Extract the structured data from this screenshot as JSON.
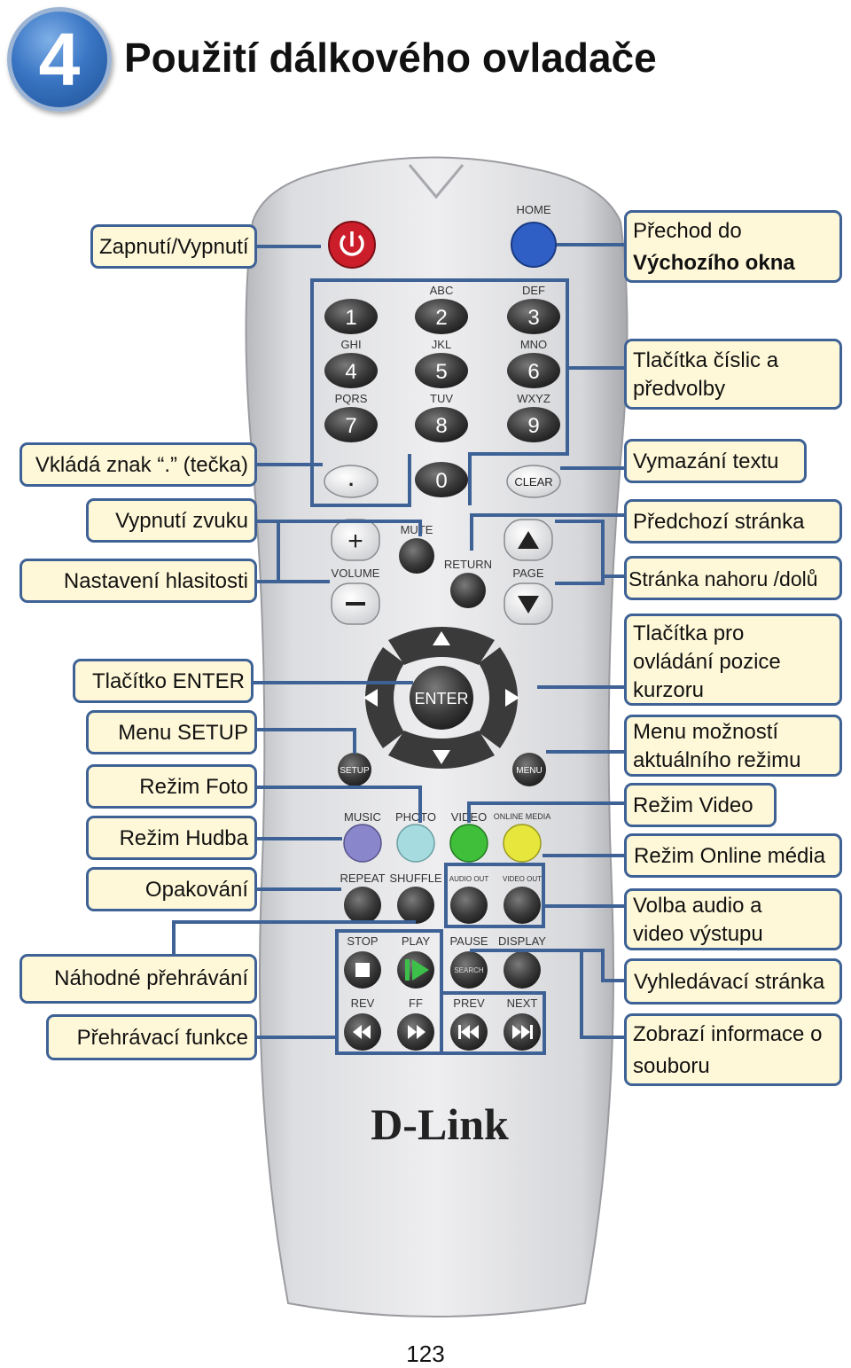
{
  "header": {
    "step_number": "4",
    "title": "Použití dálkového ovladače"
  },
  "labels_left": [
    {
      "id": "power",
      "text": "Zapnutí/Vypnutí"
    },
    {
      "id": "dot",
      "text": "Vkládá znak “.” (tečka)"
    },
    {
      "id": "mute",
      "text": "Vypnutí zvuku"
    },
    {
      "id": "volume",
      "text": "Nastavení hlasitosti"
    },
    {
      "id": "enter",
      "text": "Tlačítko ENTER"
    },
    {
      "id": "setup",
      "text": "Menu SETUP"
    },
    {
      "id": "photo",
      "text": "Režim Foto"
    },
    {
      "id": "music",
      "text": "Režim Hudba"
    },
    {
      "id": "repeat",
      "text": "Opakování"
    },
    {
      "id": "shuffle",
      "text": "Náhodné přehrávání"
    },
    {
      "id": "playback",
      "text": "Přehrávací funkce"
    }
  ],
  "labels_right": [
    {
      "id": "home",
      "line1": "Přechod do",
      "line2": "Výchozího okna"
    },
    {
      "id": "numbers",
      "line1": "Tlačítka číslic a",
      "line2": "předvolby"
    },
    {
      "id": "clear",
      "line1": "Vymazání textu"
    },
    {
      "id": "return",
      "line1": "Předchozí stránka"
    },
    {
      "id": "page",
      "line1": "Stránka nahoru /dolů"
    },
    {
      "id": "cursor",
      "line1": "Tlačítka pro",
      "line2": "ovládání pozice",
      "line3": "kurzoru"
    },
    {
      "id": "menu",
      "line1": "Menu možností",
      "line2": "aktuálního režimu"
    },
    {
      "id": "video",
      "line1": "Režim Video"
    },
    {
      "id": "online",
      "line1": "Režim Online média"
    },
    {
      "id": "av_out",
      "line1": "Volba audio a",
      "line2": "video výstupu"
    },
    {
      "id": "search",
      "line1": "Vyhledávací stránka"
    },
    {
      "id": "display",
      "line1": "Zobrazí informace o",
      "line2": "souboru"
    }
  ],
  "remote": {
    "top_labels": {
      "home": "HOME"
    },
    "digits": [
      "1",
      "2",
      "3",
      "4",
      "5",
      "6",
      "7",
      "8",
      "9",
      "0"
    ],
    "letters": [
      "ABC",
      "DEF",
      "GHI",
      "JKL",
      "MNO",
      "PQRS",
      "TUV",
      "WXYZ"
    ],
    "dot": ".",
    "clear": "CLEAR",
    "mute": "MUTE",
    "volume": "VOLUME",
    "return": "RETURN",
    "page": "PAGE",
    "enter": "ENTER",
    "setup": "SETUP",
    "menu": "MENU",
    "mode_labels": [
      "MUSIC",
      "PHOTO",
      "VIDEO",
      "ONLINE MEDIA"
    ],
    "row2_labels": [
      "REPEAT",
      "SHUFFLE",
      "AUDIO OUT",
      "VIDEO OUT"
    ],
    "row3_labels": [
      "STOP",
      "PLAY",
      "PAUSE",
      "DISPLAY"
    ],
    "search": "SEARCH",
    "row4_labels": [
      "REV",
      "FF",
      "PREV",
      "NEXT"
    ],
    "brand": "D-Link",
    "colors": {
      "power": "#cc1e2a",
      "home": "#2f5fc4",
      "music": "#8a86cc",
      "photo": "#a6dce0",
      "video": "#3fbf3a",
      "online": "#e6e63c",
      "play_icon": "#3cc04a"
    }
  },
  "footer": {
    "page_number": "123"
  }
}
